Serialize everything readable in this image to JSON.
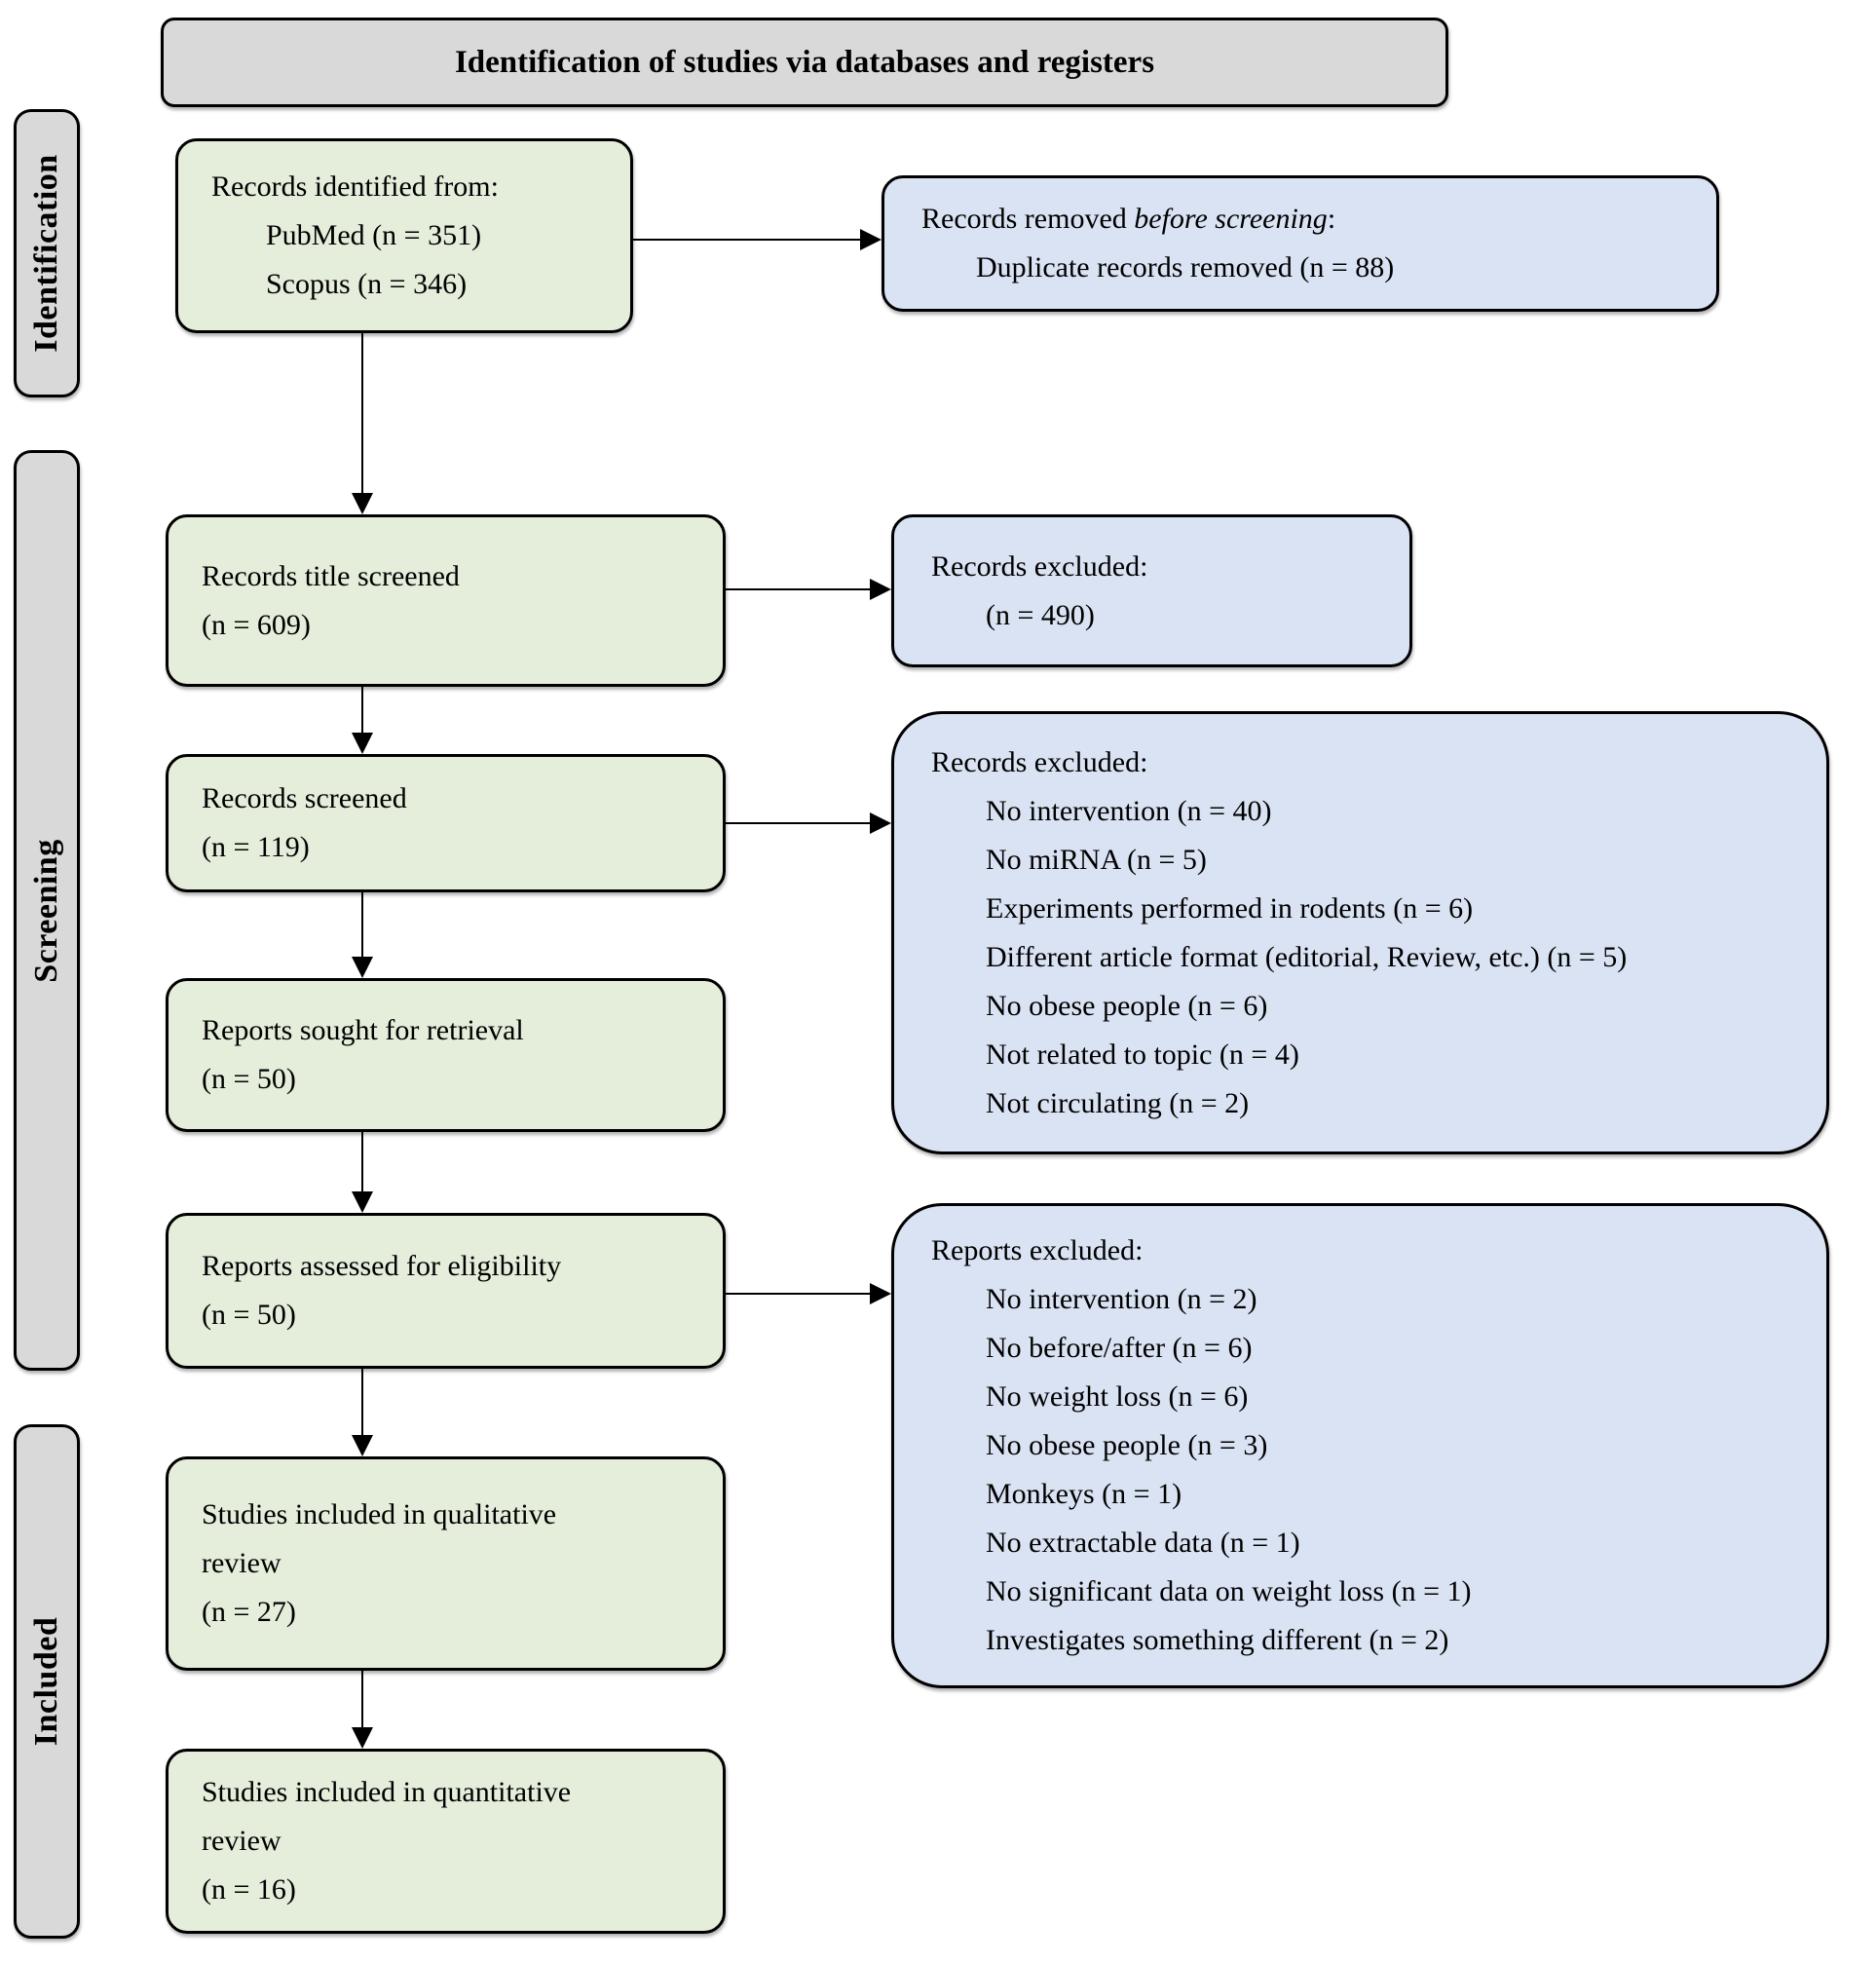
{
  "header": {
    "title": "Identification of studies via databases and registers"
  },
  "sidebar": [
    {
      "label": "Identification"
    },
    {
      "label": "Screening"
    },
    {
      "label": "Included"
    }
  ],
  "boxes": {
    "green": [
      {
        "id": "records-identified",
        "lines": [
          {
            "text": "Records identified from:"
          },
          {
            "text": "PubMed (n = 351)",
            "indent": true
          },
          {
            "text": "Scopus (n = 346)",
            "indent": true
          }
        ]
      },
      {
        "id": "records-title-screened",
        "lines": [
          {
            "text": "Records title screened"
          },
          {
            "text": "(n = 609)"
          }
        ]
      },
      {
        "id": "records-screened",
        "lines": [
          {
            "text": "Records screened"
          },
          {
            "text": "(n = 119)"
          }
        ]
      },
      {
        "id": "reports-sought-for-retrieval",
        "lines": [
          {
            "text": "Reports sought for retrieval"
          },
          {
            "text": "(n = 50)"
          }
        ]
      },
      {
        "id": "reports-assessed-for-eligibility",
        "lines": [
          {
            "text": "Reports assessed for eligibility"
          },
          {
            "text": "(n = 50)"
          }
        ]
      },
      {
        "id": "studies-qualitative-review",
        "lines": [
          {
            "text": "Studies included in qualitative"
          },
          {
            "text": "review"
          },
          {
            "text": "(n = 27)"
          }
        ]
      },
      {
        "id": "studies-quantitative-review",
        "lines": [
          {
            "text": "Studies included in quantitative"
          },
          {
            "text": "review"
          },
          {
            "text": "(n = 16)"
          }
        ]
      }
    ],
    "blue": [
      {
        "id": "records-removed-before-screening",
        "lines": [
          {
            "segments": [
              {
                "text": "Records removed "
              },
              {
                "text": "before screening",
                "italic": true
              },
              {
                "text": ":"
              }
            ]
          },
          {
            "text": "Duplicate records removed (n = 88)",
            "indent": true
          }
        ]
      },
      {
        "id": "records-excluded-title-screen",
        "lines": [
          {
            "text": "Records excluded:"
          },
          {
            "text": "(n = 490)",
            "indent": true
          }
        ]
      },
      {
        "id": "records-excluded-screening",
        "lines": [
          {
            "text": "Records excluded:"
          },
          {
            "text": "No intervention (n = 40)",
            "indent": true
          },
          {
            "text": "No miRNA (n = 5)",
            "indent": true
          },
          {
            "text": "Experiments performed in rodents (n = 6)",
            "indent": true
          },
          {
            "text": "Different article format (editorial, Review, etc.) (n = 5)",
            "indent": true
          },
          {
            "text": "No obese people (n = 6)",
            "indent": true
          },
          {
            "text": "Not related to topic (n = 4)",
            "indent": true
          },
          {
            "text": "Not circulating (n = 2)",
            "indent": true
          }
        ]
      },
      {
        "id": "reports-excluded",
        "lines": [
          {
            "text": "Reports excluded:"
          },
          {
            "text": "No intervention (n = 2)",
            "indent": true
          },
          {
            "text": "No before/after (n = 6)",
            "indent": true
          },
          {
            "text": "No weight loss (n = 6)",
            "indent": true
          },
          {
            "text": "No obese people (n = 3)",
            "indent": true
          },
          {
            "text": "Monkeys (n = 1)",
            "indent": true
          },
          {
            "text": "No extractable data (n = 1)",
            "indent": true
          },
          {
            "text": "No significant data on weight loss (n = 1)",
            "indent": true
          },
          {
            "text": "Investigates something different (n = 2)",
            "indent": true
          }
        ]
      }
    ]
  },
  "colors": {
    "green_fill": "#e4eedb",
    "blue_fill": "#dae3f3",
    "gray_fill": "#d9d9d9",
    "border": "#000000",
    "background": "#ffffff"
  }
}
